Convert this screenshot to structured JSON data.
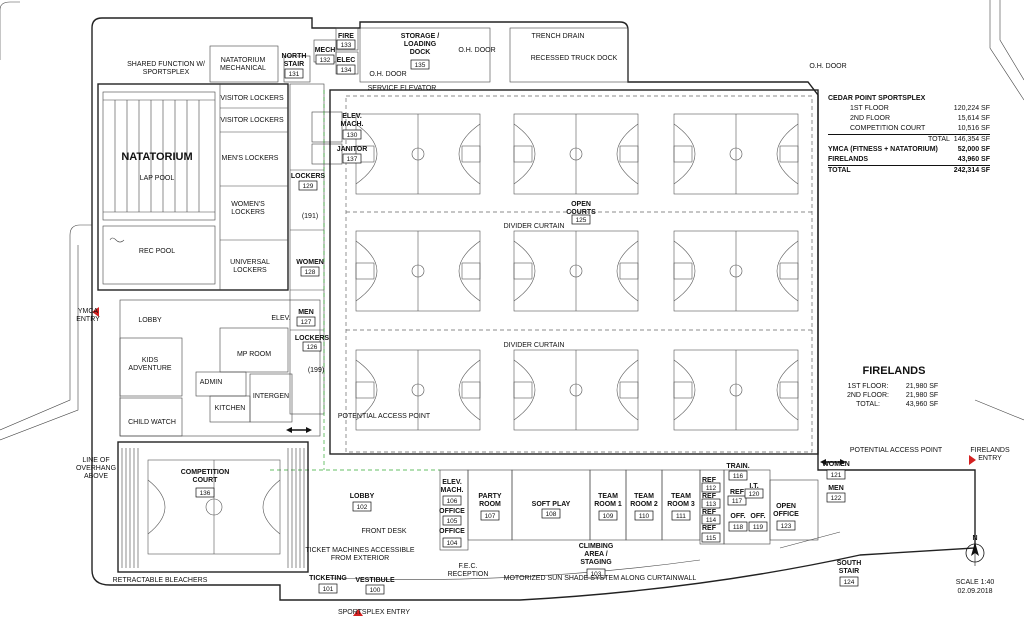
{
  "rooms": {
    "natatorium": "NATATORIUM",
    "lap_pool": "LAP POOL",
    "rec_pool": "REC POOL",
    "nat_mech": "NATATORIUM\nMECHANICAL",
    "shared_function": "SHARED FUNCTION W/\nSPORTSPLEX",
    "visitor_lockers_1": "VISITOR LOCKERS",
    "visitor_lockers_2": "VISITOR LOCKERS",
    "mens_lockers": "MEN'S LOCKERS",
    "womens_lockers": "WOMEN'S\nLOCKERS",
    "universal_lockers": "UNIVERSAL\nLOCKERS",
    "north_stair": "NORTH\nSTAIR",
    "north_stair_num": "131",
    "mech": "MECH",
    "mech_num": "132",
    "fire": "FIRE",
    "fire_num": "133",
    "elec": "ELEC",
    "elec_num": "134",
    "storage": "STORAGE /\nLOADING\nDOCK",
    "storage_num": "135",
    "oh_door": "O.H. DOOR",
    "oh_door_2": "O.H. DOOR",
    "oh_door_3": "O.H. DOOR",
    "trench_drain": "TRENCH DRAIN",
    "truck_dock": "RECESSED TRUCK DOCK",
    "service_elevator": "SERVICE ELEVATOR",
    "elev_mach": "ELEV.\nMACH.",
    "elev_mach_num": "130",
    "janitor": "JANITOR",
    "janitor_num": "137",
    "lockers_1": "LOCKERS",
    "lockers_1_num": "129",
    "lockers_1_sub": "(191)",
    "women": "WOMEN",
    "women_num": "128",
    "men": "MEN",
    "men_num": "127",
    "lockers_2": "LOCKERS",
    "lockers_2_num": "126",
    "lockers_2_sub": "(199)",
    "open_courts": "OPEN\nCOURTS",
    "open_courts_num": "125",
    "divider_1": "DIVIDER CURTAIN",
    "divider_2": "DIVIDER CURTAIN",
    "ymca_entry": "YMCA\nENTRY",
    "lobby_ymca": "LOBBY",
    "elev": "ELEV.",
    "kids_adventure": "KIDS\nADVENTURE",
    "mp_room": "MP ROOM",
    "admin": "ADMIN",
    "kitchen": "KITCHEN",
    "intergen": "INTERGEN",
    "child_watch": "CHILD WATCH",
    "potential_access_1": "POTENTIAL ACCESS POINT",
    "potential_access_2": "POTENTIAL ACCESS POINT",
    "line_overhang": "LINE OF\nOVERHANG\nABOVE",
    "competition_court": "COMPETITION\nCOURT",
    "competition_court_num": "136",
    "retractable_bleachers": "RETRACTABLE BLEACHERS",
    "lobby": "LOBBY",
    "lobby_num": "102",
    "front_desk": "FRONT DESK",
    "ticket_machines": "TICKET MACHINES ACCESSIBLE\nFROM EXTERIOR",
    "ticketing": "TICKETING",
    "ticketing_num": "101",
    "vestibule": "VESTIBULE",
    "vestibule_num": "100",
    "sportsplex_entry": "SPORTSPLEX ENTRY",
    "elev_mach_2": "ELEV.\nMACH.",
    "elev_mach_2_num": "106",
    "office_105": "OFFICE",
    "office_105_num": "105",
    "office_104": "OFFICE",
    "office_104_num": "104",
    "party_room": "PARTY\nROOM",
    "party_room_num": "107",
    "soft_play": "SOFT PLAY",
    "soft_play_num": "108",
    "team_room_1": "TEAM\nROOM 1",
    "team_room_1_num": "109",
    "team_room_2": "TEAM\nROOM 2",
    "team_room_2_num": "110",
    "team_room_3": "TEAM\nROOM 3",
    "team_room_3_num": "111",
    "climbing": "CLIMBING\nAREA /\nSTAGING",
    "climbing_num": "103",
    "fec_reception": "F.E.C.\nRECEPTION",
    "sun_shade": "MOTORIZED SUN SHADE SYSTEM ALONG CURTAINWALL",
    "ref_112": "REF",
    "ref_112_num": "112",
    "ref_113": "REF",
    "ref_113_num": "113",
    "ref_114": "REF",
    "ref_114_num": "114",
    "ref_115": "REF",
    "ref_115_num": "115",
    "train": "TRAIN.",
    "train_num": "116",
    "ref_117": "REF",
    "ref_117_num": "117",
    "it": "I.T.",
    "it_num": "120",
    "off_118": "OFF.",
    "off_118_num": "118",
    "off_119": "OFF.",
    "off_119_num": "119",
    "open_office": "OPEN\nOFFICE",
    "open_office_num": "123",
    "women_121": "WOMEN",
    "women_121_num": "121",
    "men_122": "MEN",
    "men_122_num": "122",
    "south_stair": "SOUTH\nSTAIR",
    "south_stair_num": "124",
    "firelands": "FIRELANDS",
    "firelands_entry": "FIRELANDS\nENTRY",
    "north_arrow": "N"
  },
  "firelands_areas": [
    {
      "label": "1ST FLOOR:",
      "value": "21,980 SF"
    },
    {
      "label": "2ND FLOOR:",
      "value": "21,980 SF"
    },
    {
      "label": "TOTAL:",
      "value": "43,960 SF"
    }
  ],
  "summary": {
    "title": "CEDAR POINT SPORTSPLEX",
    "rows": [
      {
        "label": "1ST FLOOR",
        "value": "120,224 SF"
      },
      {
        "label": "2ND FLOOR",
        "value": "15,614 SF"
      },
      {
        "label": "COMPETITION COURT",
        "value": "10,516 SF"
      }
    ],
    "subtotal_label": "TOTAL",
    "subtotal_value": "146,354 SF",
    "ymca_label": "YMCA (FITNESS + NATATORIUM)",
    "ymca_value": "52,000 SF",
    "firelands_label": "FIRELANDS",
    "firelands_value": "43,960 SF",
    "total_label": "TOTAL",
    "total_value": "242,314 SF"
  },
  "scale": {
    "label": "SCALE 1:40",
    "date": "02.09.2018"
  },
  "colors": {
    "entry_marker": "#d42020",
    "green_line": "#33aa33"
  }
}
